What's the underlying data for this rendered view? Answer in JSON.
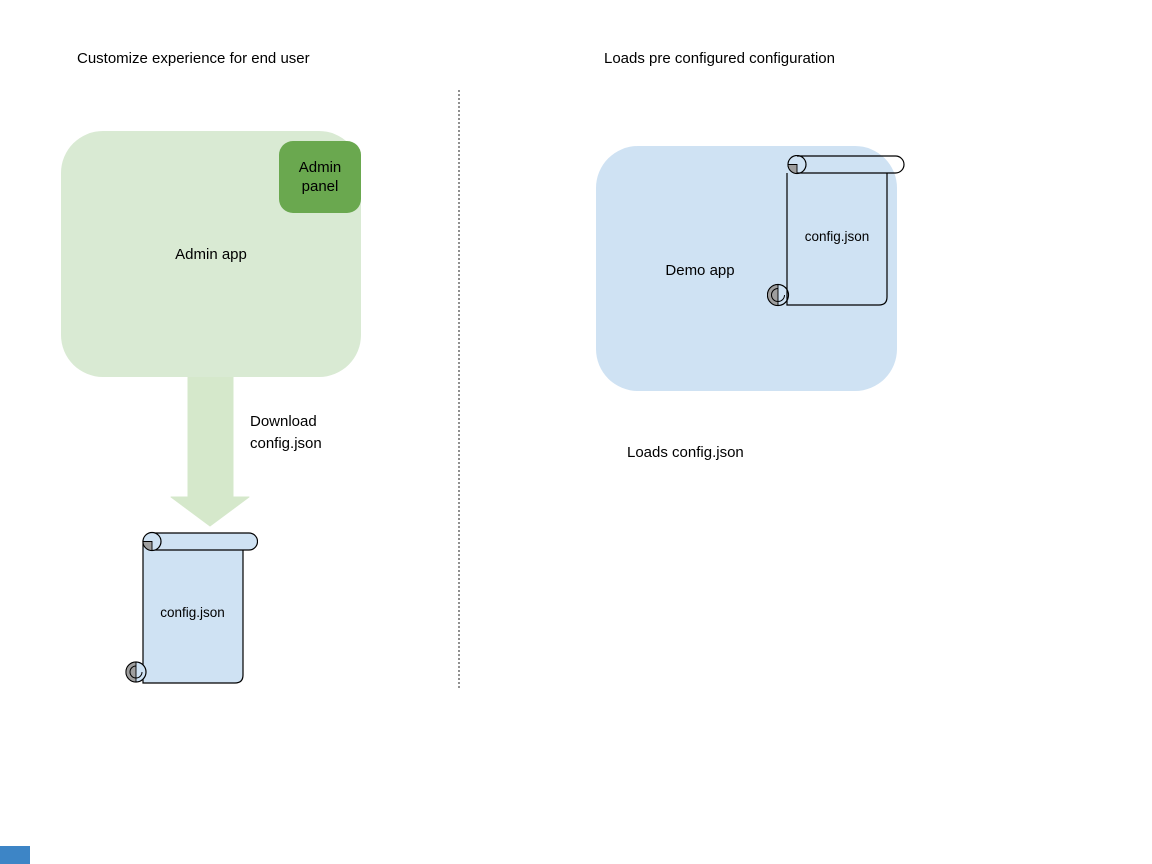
{
  "left_panel": {
    "title": "Customize experience for end user",
    "admin_app": {
      "label": "Admin app"
    },
    "admin_panel": {
      "label": "Admin panel"
    },
    "download_label": "Download\nconfig.json",
    "config_file": {
      "label": "config.json"
    }
  },
  "right_panel": {
    "title": "Loads pre configured configuration",
    "demo_app": {
      "label": "Demo app"
    },
    "config_file": {
      "label": "config.json"
    },
    "caption": "Loads config.json"
  },
  "colors": {
    "admin_app_fill": "#d9ead3",
    "admin_panel_fill": "#6aa84f",
    "arrow_fill": "#d5e8cb",
    "demo_app_fill": "#cfe2f3",
    "scroll_fill": "#cfe2f3",
    "scroll_stroke": "#000000",
    "scroll_curl_gray": "#9e9e9e",
    "divider_gray": "#909090",
    "corner_square_blue": "#3d85c6",
    "text": "#000000"
  },
  "icons": {
    "download_arrow": "down-arrow-icon",
    "config_scroll": "scroll-shape-icon"
  }
}
